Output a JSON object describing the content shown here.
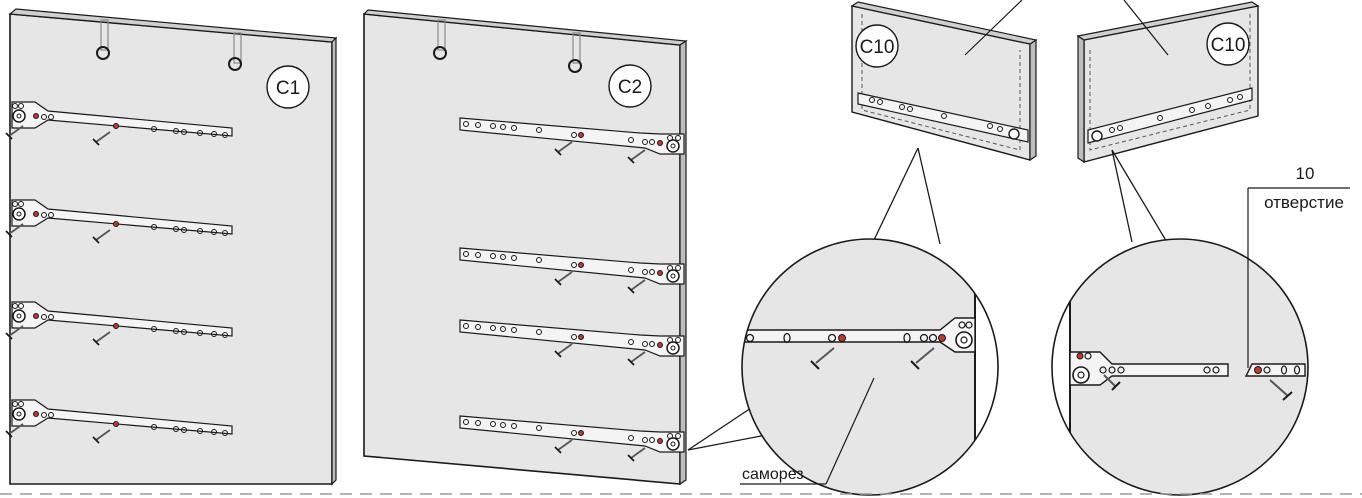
{
  "panels": {
    "left_label": "C1",
    "right_label": "C2"
  },
  "drawer_sides": {
    "left_label": "C10",
    "right_label": "C10"
  },
  "callouts": {
    "screw": "саморез",
    "hole_count": "10",
    "hole_word": "отверстие"
  },
  "colors": {
    "panel_fill": "#e6e6e6",
    "outline": "#1a1a1a",
    "rail_fill": "#f4f4f4",
    "hole_red": "#c0392b"
  }
}
